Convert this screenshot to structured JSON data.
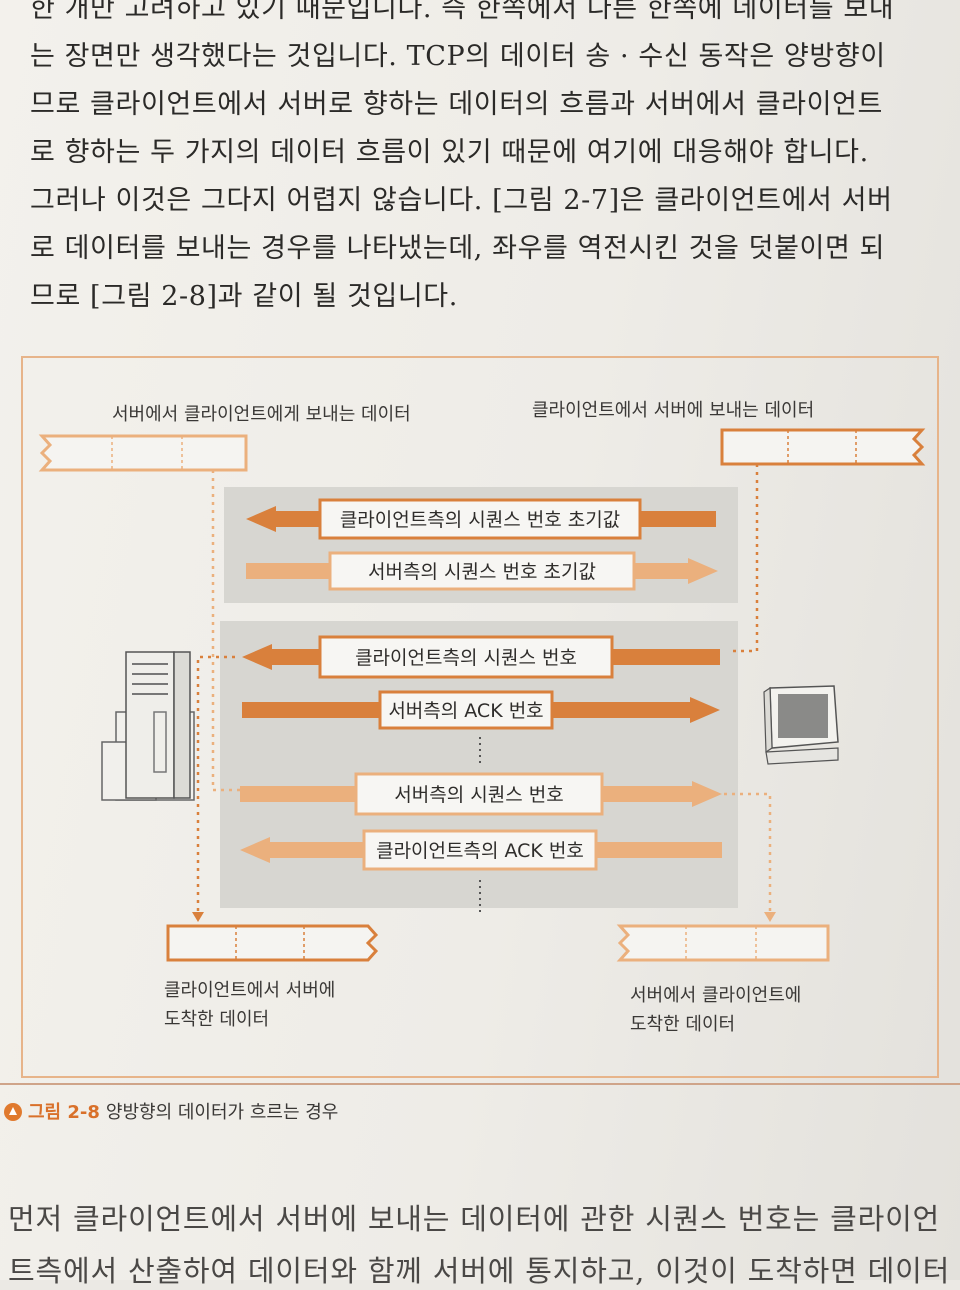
{
  "paragraph_top": [
    "한 개만 고려하고 있기 때문입니다. 즉 한쪽에서 다른 한쪽에 데이터를 보내",
    "는 장면만 생각했다는 것입니다. TCP의 데이터 송 · 수신 동작은 양방향이",
    "므로 클라이언트에서 서버로 향하는 데이터의 흐름과 서버에서 클라이언트",
    "로 향하는 두 가지의 데이터 흐름이 있기 때문에 여기에 대응해야 합니다.",
    "그러나 이것은 그다지 어렵지 않습니다. [그림 2-7]은 클라이언트에서 서버",
    "로 데이터를 보내는 경우를 나타냈는데, 좌우를 역전시킨 것을 덧붙이면 되",
    "므로 [그림 2-8]과 같이 될 것입니다."
  ],
  "figure": {
    "label_top_left": "서버에서 클라이언트에게 보내는 데이터",
    "label_top_right": "클라이언트에서 서버에 보내는 데이터",
    "arrows": [
      {
        "label": "클라이언트측의 시퀀스 번호 초기값",
        "direction": "left",
        "style": "dark"
      },
      {
        "label": "서버측의 시퀀스 번호 초기값",
        "direction": "right",
        "style": "light"
      },
      {
        "label": "클라이언트측의 시퀀스 번호",
        "direction": "left",
        "style": "dark"
      },
      {
        "label": "서버측의 ACK 번호",
        "direction": "right",
        "style": "dark"
      },
      {
        "label": "서버측의 시퀀스 번호",
        "direction": "right",
        "style": "light"
      },
      {
        "label": "클라이언트측의 ACK 번호",
        "direction": "left",
        "style": "light"
      }
    ],
    "label_bottom_left": [
      "클라이언트에서  서버에",
      "도착한 데이터"
    ],
    "label_bottom_right": [
      "서버에서  클라이언트에",
      "도착한 데이터"
    ],
    "colors": {
      "dark": "#d9803c",
      "light": "#ebb07d",
      "panel": "#d7d6d1",
      "frame": "#e7b48a"
    }
  },
  "caption": {
    "number": "그림 2-8",
    "text": "양방향의 데이터가 흐르는 경우"
  },
  "paragraph_bottom": [
    "먼저 클라이언트에서 서버에 보내는 데이터에 관한 시퀀스 번호는 클라이언",
    "트측에서 산출하여 데이터와 함께 서버에 통지하고, 이것이 도착하면 데이터"
  ]
}
